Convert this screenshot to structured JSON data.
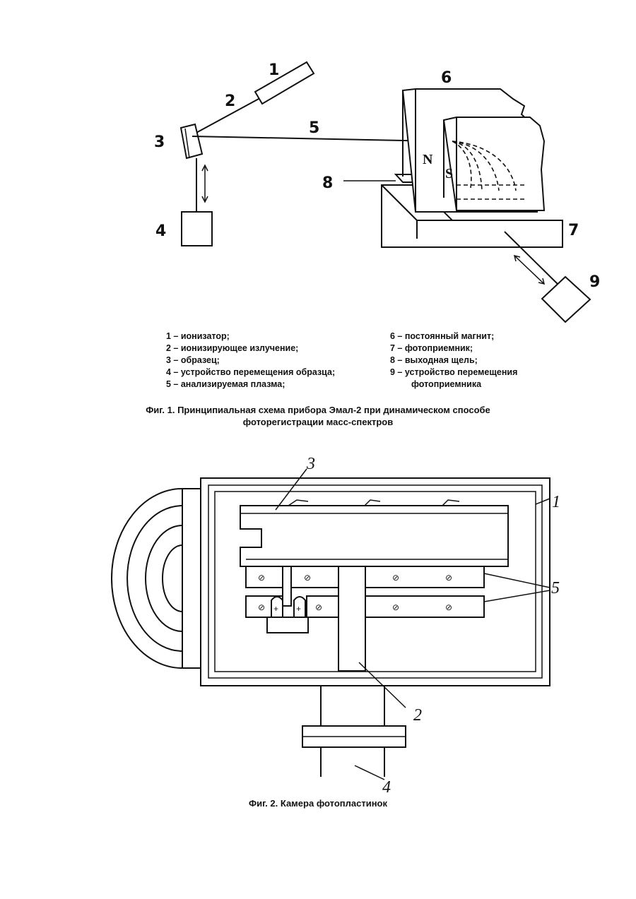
{
  "fig1": {
    "callouts": {
      "c1": "1",
      "c2": "2",
      "c3": "3",
      "c4": "4",
      "c5": "5",
      "c6": "6",
      "c7": "7",
      "c8": "8",
      "c9": "9"
    },
    "poles": {
      "north": "N",
      "south": "S"
    },
    "legend_left": [
      "1 – ионизатор;",
      "2 – ионизирующее излучение;",
      "3 – образец;",
      "4 – устройство перемещения образца;",
      "5 – анализируемая плазма;"
    ],
    "legend_right": [
      "6 – постоянный магнит;",
      "7 – фотоприемник;",
      "8 – выходная щель;",
      "9 – устройство перемещения",
      "фотоприемника"
    ],
    "caption_line1": "Фиг. 1. Принципиальная схема прибора Эмал-2 при динамическом способе",
    "caption_line2": "фоторегистрации масс-спектров"
  },
  "fig2": {
    "callouts": {
      "c1": "1",
      "c2": "2",
      "c3": "3",
      "c4": "4",
      "c5": "5"
    },
    "plus": "+",
    "caption": "Фиг. 2. Камера фотопластинок"
  }
}
